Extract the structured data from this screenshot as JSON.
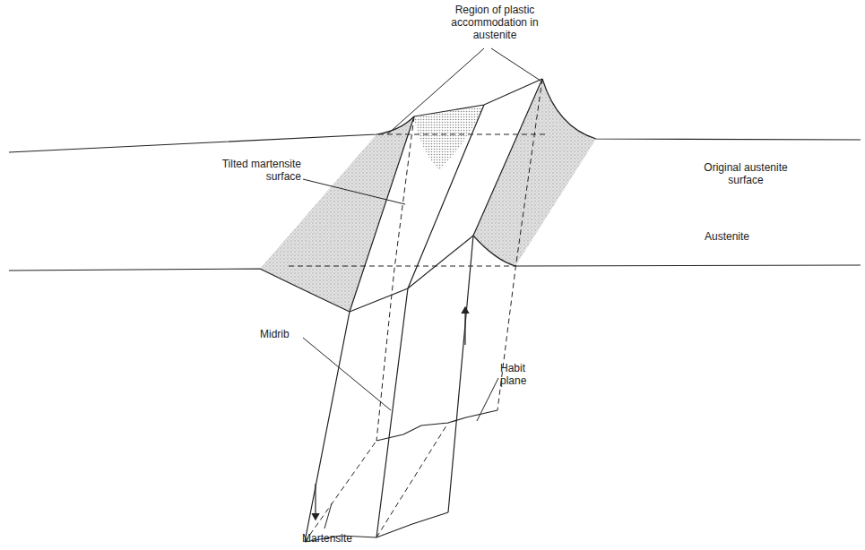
{
  "diagram": {
    "labels": [
      "Region of plastic accommodation in austenite",
      "Tilted martensite surface",
      "Original austenite surface",
      "Austenite",
      "Midrib",
      "Habit plane",
      "Martensite"
    ]
  }
}
